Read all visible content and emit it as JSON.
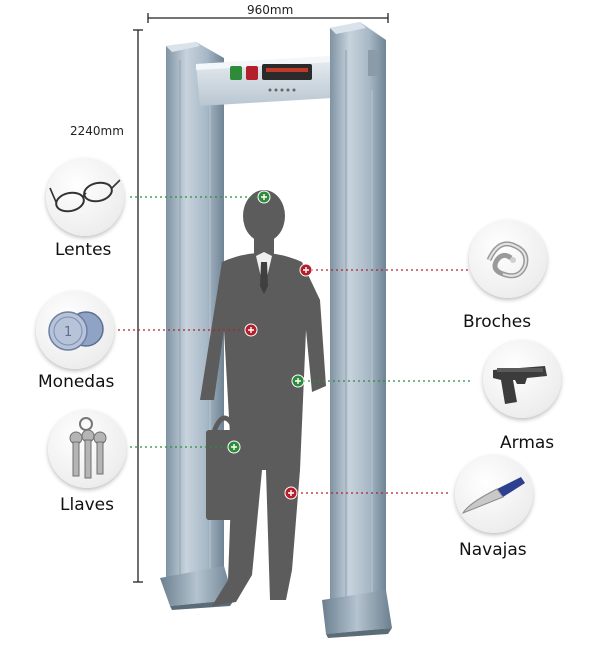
{
  "dimensions": {
    "width_label": "960mm",
    "height_label": "2240mm"
  },
  "items": {
    "lentes": "Lentes",
    "monedas": "Monedas",
    "llaves": "Llaves",
    "broches": "Broches",
    "armas": "Armas",
    "navajas": "Navajas"
  },
  "colors": {
    "green_marker": "#2e8b3a",
    "red_marker": "#b3202a",
    "frame": "#a9b9c6",
    "silhouette": "#5c5c5c"
  }
}
